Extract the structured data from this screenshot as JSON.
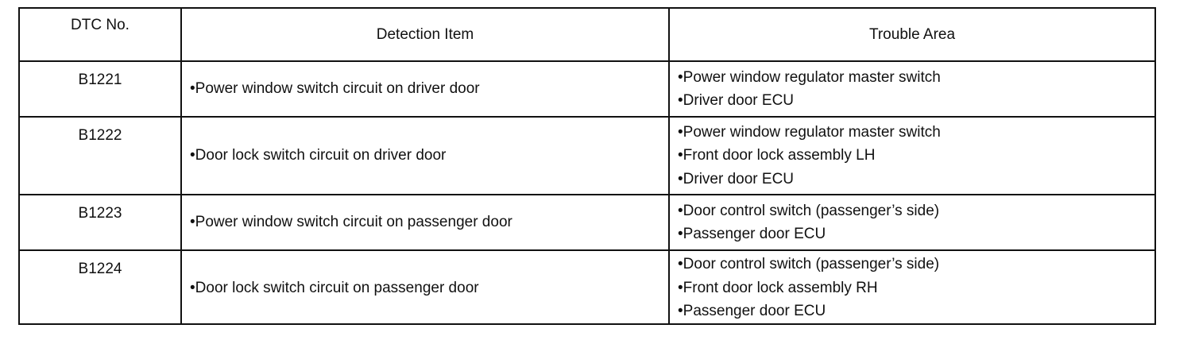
{
  "table": {
    "headers": {
      "code": "DTC No.",
      "detection": "Detection Item",
      "trouble": "Trouble Area"
    },
    "rows": [
      {
        "code": "B1221",
        "detection": "•Power window switch circuit on driver door",
        "trouble": [
          "•Power window regulator master switch",
          "•Driver door ECU"
        ]
      },
      {
        "code": "B1222",
        "detection": "•Door lock switch circuit on driver door",
        "trouble": [
          "•Power window regulator master switch",
          "•Front door lock assembly LH",
          "•Driver door ECU"
        ]
      },
      {
        "code": "B1223",
        "detection": "•Power window switch circuit on passenger door",
        "trouble": [
          "•Door control switch (passenger’s side)",
          "•Passenger door ECU"
        ]
      },
      {
        "code": "B1224",
        "detection": "•Door lock switch circuit on passenger door",
        "trouble": [
          "•Door control switch (passenger’s side)",
          "•Front door lock assembly RH",
          "•Passenger door ECU"
        ]
      }
    ]
  }
}
